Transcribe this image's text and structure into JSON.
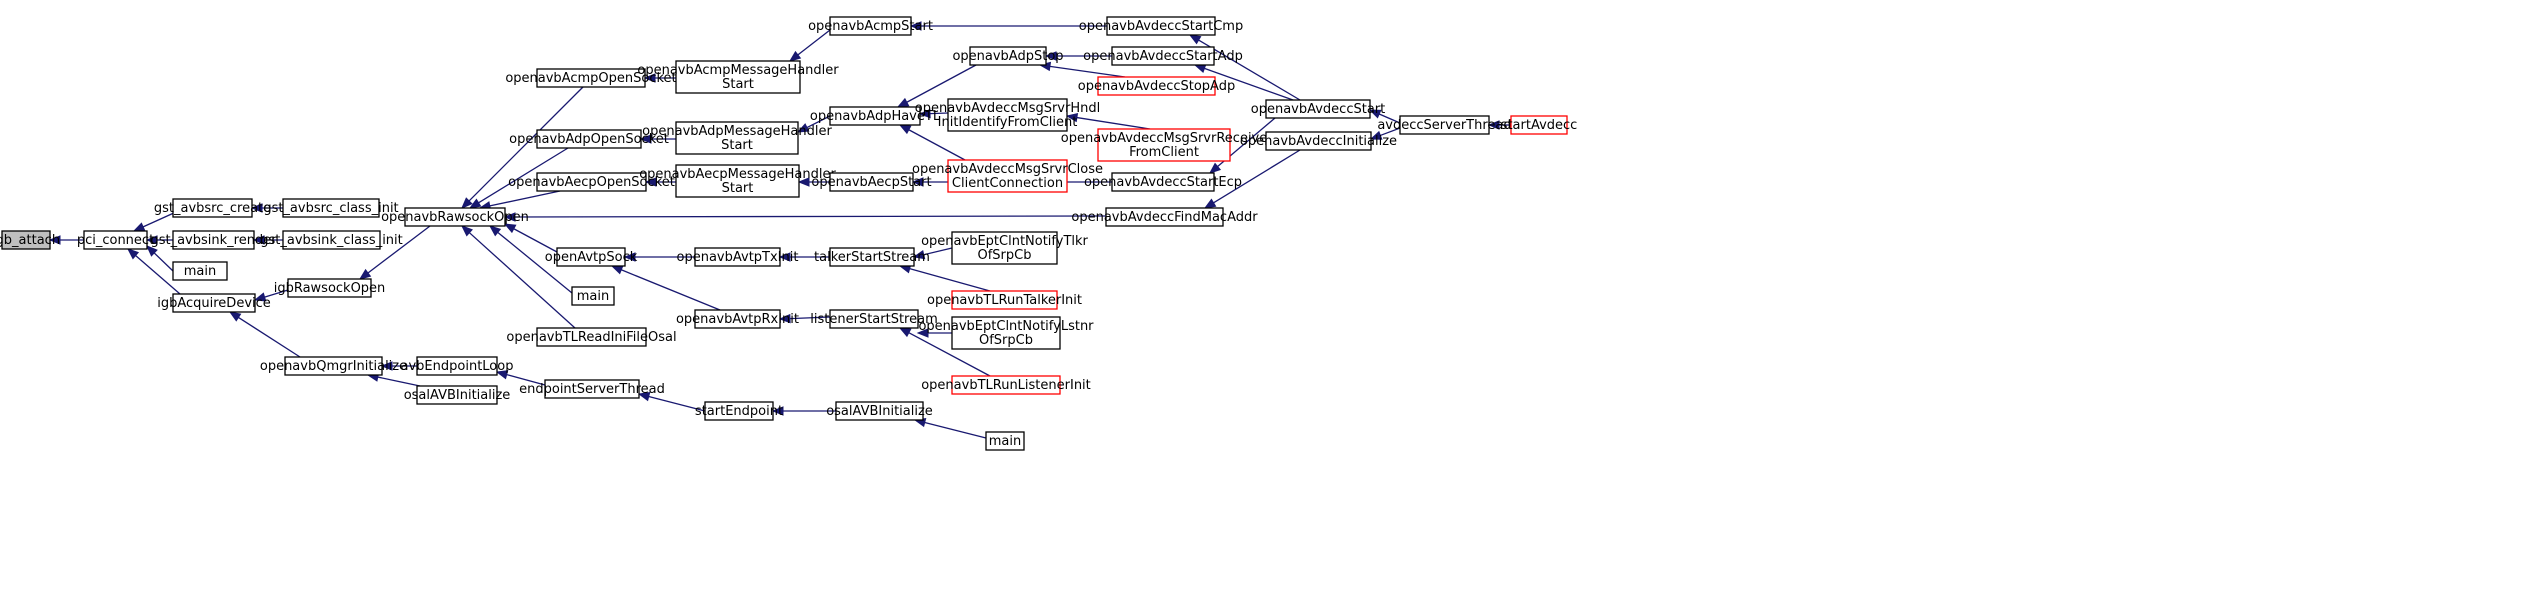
{
  "graph": {
    "focus_node": "n0",
    "colors": {
      "edge": "#191970",
      "focus_fill": "#bfbfbf",
      "border": "#000000",
      "truncated_border": "#ff0000"
    },
    "nodes": [
      {
        "id": "n0",
        "lines": [
          "igb_attach"
        ],
        "style": "focus"
      },
      {
        "id": "n1",
        "lines": [
          "pci_connect"
        ]
      },
      {
        "id": "n2",
        "lines": [
          "gst_avbsrc_create"
        ]
      },
      {
        "id": "n3",
        "lines": [
          "gst_avbsrc_class_init"
        ]
      },
      {
        "id": "n4",
        "lines": [
          "gst_avbsink_render"
        ]
      },
      {
        "id": "n5",
        "lines": [
          "gst_avbsink_class_init"
        ]
      },
      {
        "id": "n6",
        "lines": [
          "main"
        ]
      },
      {
        "id": "n7",
        "lines": [
          "igbAcquireDevice"
        ]
      },
      {
        "id": "n8",
        "lines": [
          "igbRawsockOpen"
        ]
      },
      {
        "id": "n9",
        "lines": [
          "openavbQmgrInitialize"
        ]
      },
      {
        "id": "n10",
        "lines": [
          "avbEndpointLoop"
        ]
      },
      {
        "id": "n11",
        "lines": [
          "osalAVBInitialize"
        ]
      },
      {
        "id": "n12",
        "lines": [
          "endpointServerThread"
        ]
      },
      {
        "id": "n13",
        "lines": [
          "startEndpoint"
        ]
      },
      {
        "id": "n14",
        "lines": [
          "osalAVBInitialize"
        ]
      },
      {
        "id": "n15",
        "lines": [
          "main"
        ]
      },
      {
        "id": "n16",
        "lines": [
          "openavbRawsockOpen"
        ]
      },
      {
        "id": "n17",
        "lines": [
          "openavbAcmpOpenSocket"
        ]
      },
      {
        "id": "n18",
        "lines": [
          "openavbAdpOpenSocket"
        ]
      },
      {
        "id": "n19",
        "lines": [
          "openavbAecpOpenSocket"
        ]
      },
      {
        "id": "n20",
        "lines": [
          "openAvtpSock"
        ]
      },
      {
        "id": "n21",
        "lines": [
          "main"
        ]
      },
      {
        "id": "n22",
        "lines": [
          "openavbTLReadIniFileOsal"
        ]
      },
      {
        "id": "n23",
        "lines": [
          "openavbAcmpMessageHandler",
          "Start"
        ]
      },
      {
        "id": "n24",
        "lines": [
          "openavbAdpMessageHandler",
          "Start"
        ]
      },
      {
        "id": "n25",
        "lines": [
          "openavbAecpMessageHandler",
          "Start"
        ]
      },
      {
        "id": "n26",
        "lines": [
          "openavbAcmpStart"
        ]
      },
      {
        "id": "n27",
        "lines": [
          "openavbAdpHaveTL"
        ]
      },
      {
        "id": "n28",
        "lines": [
          "openavbAecpStart"
        ]
      },
      {
        "id": "n29",
        "lines": [
          "openavbAdpStop"
        ]
      },
      {
        "id": "n30",
        "lines": [
          "openavbAvdeccMsgSrvrHndl",
          "InitIdentifyFromClient"
        ]
      },
      {
        "id": "n31",
        "lines": [
          "openavbAvdeccMsgSrvrClose",
          "ClientConnection"
        ],
        "style": "trunc"
      },
      {
        "id": "n32",
        "lines": [
          "openavbAvdeccStartCmp"
        ]
      },
      {
        "id": "n33",
        "lines": [
          "openavbAvdeccStartAdp"
        ]
      },
      {
        "id": "n34",
        "lines": [
          "openavbAvdeccStopAdp"
        ],
        "style": "trunc"
      },
      {
        "id": "n35",
        "lines": [
          "openavbAvdeccMsgSrvrReceive",
          "FromClient"
        ],
        "style": "trunc"
      },
      {
        "id": "n36",
        "lines": [
          "openavbAvdeccStartEcp"
        ]
      },
      {
        "id": "n37",
        "lines": [
          "openavbAvdeccFindMacAddr"
        ]
      },
      {
        "id": "n38",
        "lines": [
          "openavbAvdeccStart"
        ]
      },
      {
        "id": "n39",
        "lines": [
          "openavbAvdeccInitialize"
        ]
      },
      {
        "id": "n40",
        "lines": [
          "avdeccServerThread"
        ]
      },
      {
        "id": "n41",
        "lines": [
          "startAvdecc"
        ],
        "style": "trunc"
      },
      {
        "id": "n42",
        "lines": [
          "openavbAvtpTxInit"
        ]
      },
      {
        "id": "n43",
        "lines": [
          "openavbAvtpRxInit"
        ]
      },
      {
        "id": "n44",
        "lines": [
          "talkerStartStream"
        ]
      },
      {
        "id": "n45",
        "lines": [
          "listenerStartStream"
        ]
      },
      {
        "id": "n46",
        "lines": [
          "openavbEptClntNotifyTlkr",
          "OfSrpCb"
        ]
      },
      {
        "id": "n47",
        "lines": [
          "openavbTLRunTalkerInit"
        ],
        "style": "trunc"
      },
      {
        "id": "n48",
        "lines": [
          "openavbEptClntNotifyLstnr",
          "OfSrpCb"
        ]
      },
      {
        "id": "n49",
        "lines": [
          "openavbTLRunListenerInit"
        ],
        "style": "trunc"
      }
    ],
    "edges": [
      [
        "n1",
        "n0"
      ],
      [
        "n2",
        "n1"
      ],
      [
        "n4",
        "n1"
      ],
      [
        "n6",
        "n1"
      ],
      [
        "n7",
        "n1"
      ],
      [
        "n3",
        "n2"
      ],
      [
        "n5",
        "n4"
      ],
      [
        "n8",
        "n7"
      ],
      [
        "n9",
        "n7"
      ],
      [
        "n10",
        "n9"
      ],
      [
        "n11",
        "n9"
      ],
      [
        "n12",
        "n10"
      ],
      [
        "n13",
        "n12"
      ],
      [
        "n14",
        "n13"
      ],
      [
        "n15",
        "n14"
      ],
      [
        "n16",
        "n8"
      ],
      [
        "n17",
        "n16"
      ],
      [
        "n18",
        "n16"
      ],
      [
        "n19",
        "n16"
      ],
      [
        "n20",
        "n16"
      ],
      [
        "n21",
        "n16"
      ],
      [
        "n22",
        "n16"
      ],
      [
        "n37",
        "n16"
      ],
      [
        "n23",
        "n17"
      ],
      [
        "n24",
        "n18"
      ],
      [
        "n25",
        "n19"
      ],
      [
        "n26",
        "n23"
      ],
      [
        "n27",
        "n24"
      ],
      [
        "n28",
        "n25"
      ],
      [
        "n29",
        "n27"
      ],
      [
        "n30",
        "n27"
      ],
      [
        "n31",
        "n27"
      ],
      [
        "n32",
        "n26"
      ],
      [
        "n33",
        "n29"
      ],
      [
        "n34",
        "n29"
      ],
      [
        "n35",
        "n30"
      ],
      [
        "n36",
        "n28"
      ],
      [
        "n38",
        "n32"
      ],
      [
        "n38",
        "n33"
      ],
      [
        "n38",
        "n36"
      ],
      [
        "n39",
        "n37"
      ],
      [
        "n40",
        "n38"
      ],
      [
        "n40",
        "n39"
      ],
      [
        "n41",
        "n40"
      ],
      [
        "n42",
        "n20"
      ],
      [
        "n43",
        "n20"
      ],
      [
        "n44",
        "n42"
      ],
      [
        "n45",
        "n43"
      ],
      [
        "n46",
        "n44"
      ],
      [
        "n47",
        "n44"
      ],
      [
        "n48",
        "n45"
      ],
      [
        "n49",
        "n45"
      ]
    ]
  }
}
